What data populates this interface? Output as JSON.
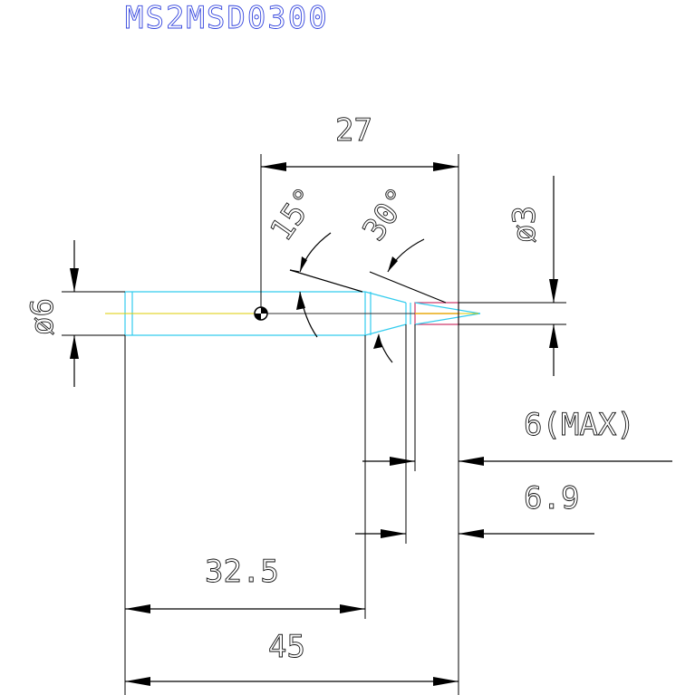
{
  "part_number": "MS2MSD0300",
  "dimensions": {
    "overall_flute_length": "27",
    "point_angle_1": "15°",
    "point_angle_2": "30°",
    "shank_diameter": "ø6",
    "tip_diameter": "ø3",
    "tip_length_max": "6(MAX)",
    "step_length": "6.9",
    "shank_length": "32.5",
    "overall_length": "45"
  },
  "colors": {
    "part_outline": "#33ccee",
    "center_line": "#ddcc00",
    "tip_outline": "#cc3366",
    "tip_core": "#ff6633",
    "part_number_text": "#3344dd",
    "dimension": "#000000"
  }
}
